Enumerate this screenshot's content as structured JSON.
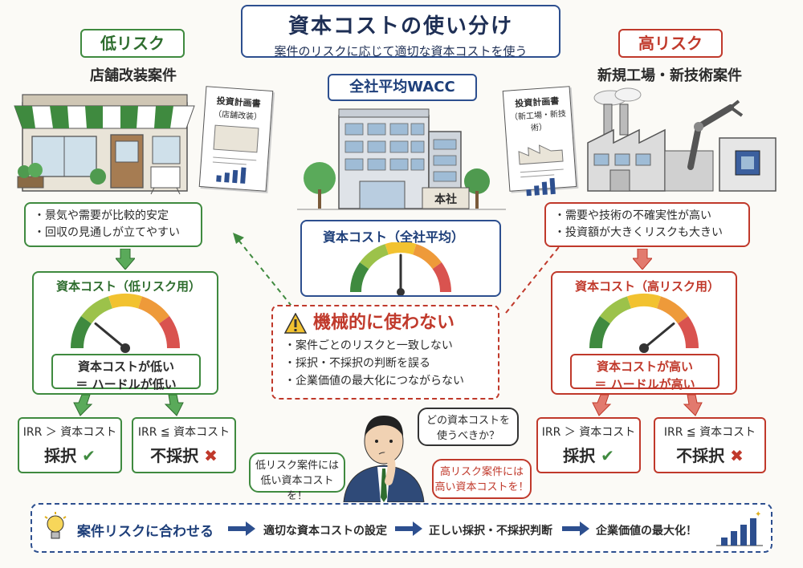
{
  "title": {
    "main": "資本コストの使い分け",
    "sub": "案件のリスクに応じて適切な資本コストを使う"
  },
  "low": {
    "tag": "低リスク",
    "case": "店舗改装案件",
    "doc_title": "投資計画書",
    "doc_sub": "（店舗改装）",
    "bullets": [
      "・景気や需要が比較的安定",
      "・回収の見通しが立てやすい"
    ],
    "panel_title": "資本コスト（低リスク用）",
    "hurdle_line1": "資本コストが低い",
    "hurdle_line2": "＝ ハードルが低い",
    "accept_cond": "IRR ＞ 資本コスト",
    "accept_label": "採択",
    "reject_cond": "IRR ≦ 資本コスト",
    "reject_label": "不採択"
  },
  "center": {
    "tag": "全社平均WACC",
    "hq_sign": "本社",
    "panel_title": "資本コスト（全社平均）"
  },
  "high": {
    "tag": "高リスク",
    "case": "新規工場・新技術案件",
    "doc_title": "投資計画書",
    "doc_sub": "（新工場・新技術）",
    "bullets": [
      "・需要や技術の不確実性が高い",
      "・投資額が大きくリスクも大きい"
    ],
    "panel_title": "資本コスト（高リスク用）",
    "hurdle_line1": "資本コストが高い",
    "hurdle_line2": "＝ ハードルが高い",
    "accept_cond": "IRR ＞ 資本コスト",
    "accept_label": "採択",
    "reject_cond": "IRR ≦ 資本コスト",
    "reject_label": "不採択"
  },
  "warning": {
    "title": "機械的に使わない",
    "bullets": [
      "・案件ごとのリスクと一致しない",
      "・採択・不採択の判断を誤る",
      "・企業価値の最大化につながらない"
    ]
  },
  "bubbles": {
    "thought_1": "どの資本コストを",
    "thought_2": "使うべきか？",
    "left_1": "低リスク案件には",
    "left_2": "低い資本コストを！",
    "right_1": "高リスク案件には",
    "right_2": "高い資本コストを！"
  },
  "flow": {
    "step1": "案件リスクに合わせる",
    "step2": "適切な資本コストの設定",
    "step3": "正しい採択・不採択判断",
    "step4": "企業価値の最大化！"
  },
  "gauges": {
    "low_level": 0.22,
    "center_level": 0.5,
    "high_level": 0.78
  },
  "colors": {
    "green": "#3f8a3f",
    "red": "#c0392b",
    "blue": "#2d4f8f"
  }
}
